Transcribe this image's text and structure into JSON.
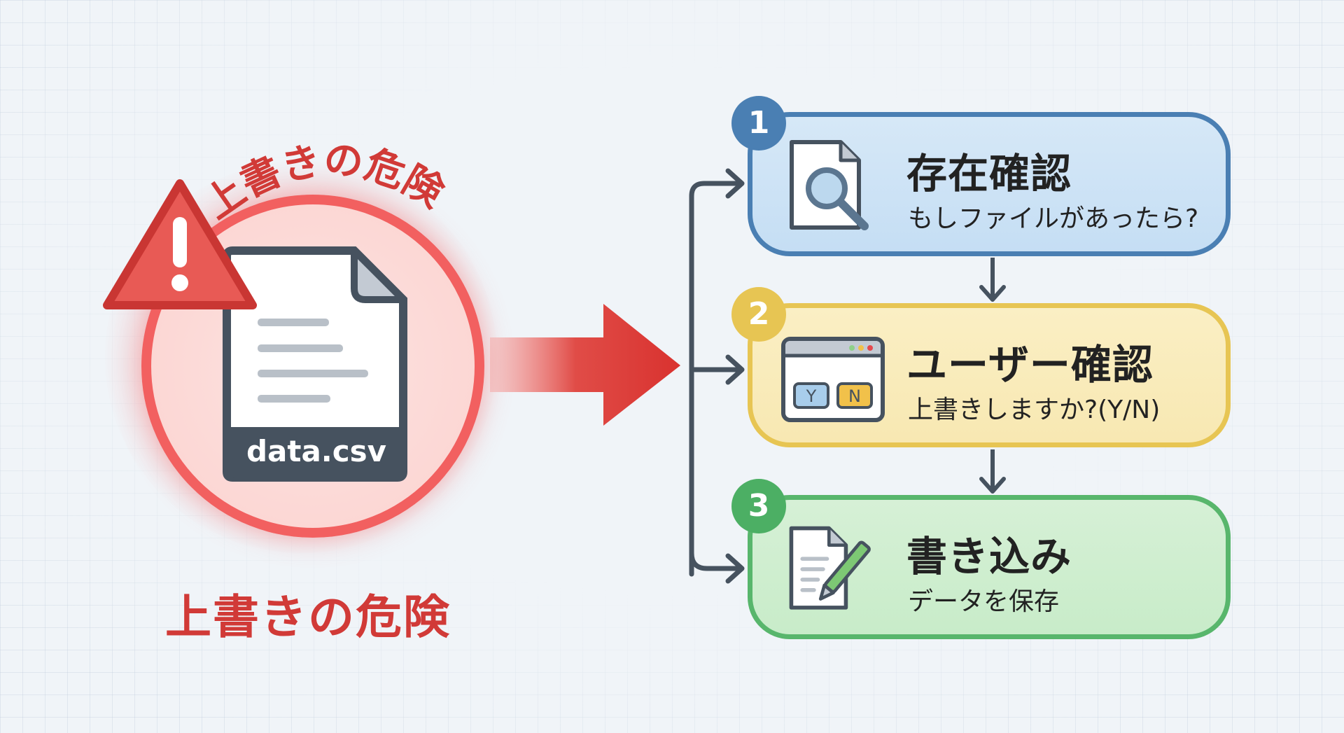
{
  "danger": {
    "arc_text": "上書きの危険",
    "title": "上書きの危険",
    "file_name": "data.csv",
    "warning_icon": "warning-triangle-icon",
    "colors": {
      "accent": "#d13a37",
      "ring": "#f26060",
      "arrow": "#d9322f"
    }
  },
  "flow": {
    "steps": [
      {
        "number": "1",
        "title": "存在確認",
        "subtitle": "もしファイルがあったら?",
        "icon": "file-search-icon",
        "color": "#4a7fb3"
      },
      {
        "number": "2",
        "title": "ユーザー確認",
        "subtitle": "上書きしますか?(Y/N)",
        "icon": "dialog-window-icon",
        "dialog_buttons": [
          "Y",
          "N"
        ],
        "color": "#e7c553"
      },
      {
        "number": "3",
        "title": "書き込み",
        "subtitle": "データを保存",
        "icon": "file-edit-icon",
        "color": "#58b66c"
      }
    ]
  }
}
